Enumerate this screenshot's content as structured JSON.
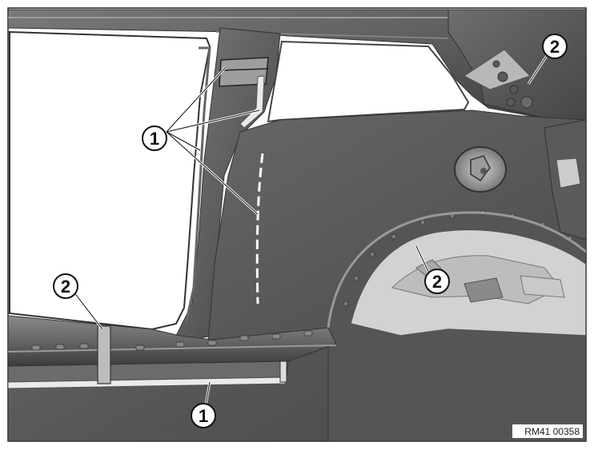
{
  "callouts": [
    {
      "id": "c1-upper",
      "label": "1"
    },
    {
      "id": "c1-lower",
      "label": "1"
    },
    {
      "id": "c2-right",
      "label": "2"
    },
    {
      "id": "c2-left",
      "label": "2"
    },
    {
      "id": "c2-wheel",
      "label": "2"
    }
  ],
  "reference_code": "RM41 00358",
  "colors": {
    "panel_dark": "#4a4a4a",
    "panel_mid": "#6a6a6a",
    "panel_light": "#8c8c8c",
    "inner_light": "#d6d6d6",
    "highlight": "#b5b5b5",
    "frame": "#222222"
  }
}
